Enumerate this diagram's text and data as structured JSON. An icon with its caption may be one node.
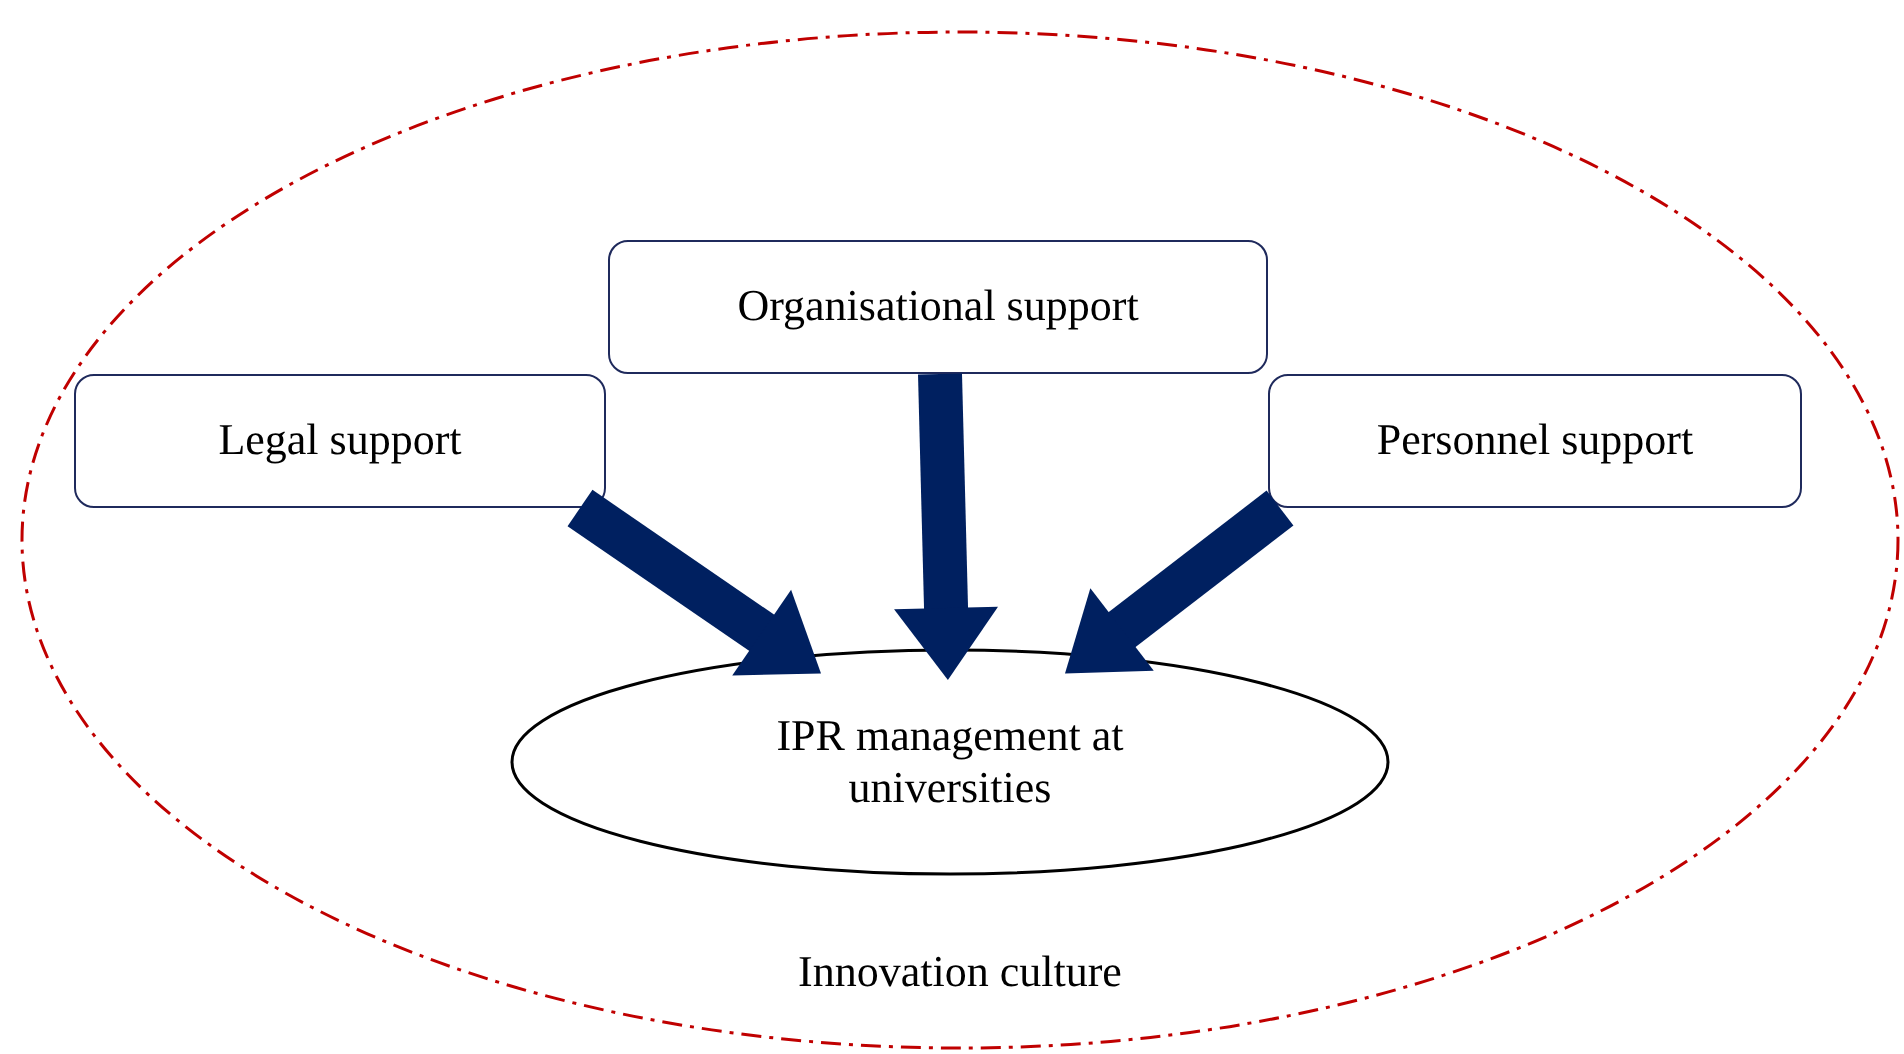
{
  "diagram": {
    "nodes": [
      {
        "text": [
          "Innovation culture"
        ]
      },
      {
        "text": [
          "Organisational support"
        ],
        "in": 0
      },
      {
        "text": [
          "Legal support"
        ],
        "in": 0
      },
      {
        "text": [
          "Personnel support"
        ],
        "in": 0
      },
      {
        "text": [
          "IPR management at universities"
        ],
        "in": 0
      }
    ],
    "edges": [
      {
        "from": 2,
        "to": 4,
        "arrow": "to"
      },
      {
        "from": 1,
        "to": 4,
        "arrow": "to"
      },
      {
        "from": 3,
        "to": 4,
        "arrow": "to"
      }
    ]
  }
}
